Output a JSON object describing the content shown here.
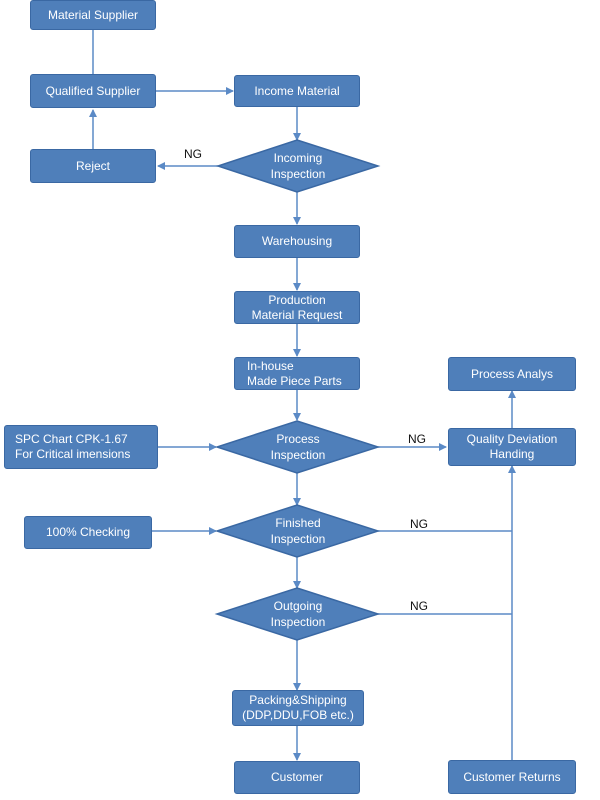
{
  "colors": {
    "fill": "#4f7fba",
    "stroke": "#3a68a3",
    "line": "#5b8ac6",
    "text": "#ffffff",
    "ng_text": "#111111"
  },
  "nodes": {
    "material_supplier": "Material Supplier",
    "qualified_supplier": "Qualified Supplier",
    "income_material": "Income  Material",
    "reject": "Reject",
    "incoming_inspection": {
      "line1": "Incoming",
      "line2": "Inspection"
    },
    "warehousing": "Warehousing",
    "production_request": {
      "line1": "Production",
      "line2": "Material  Request"
    },
    "inhouse_parts": {
      "line1": "In-house",
      "line2": "Made Piece Parts"
    },
    "process_analys": "Process  Analys",
    "spc_chart": {
      "line1": "SPC Chart  CPK-1.67",
      "line2": "For Critical imensions"
    },
    "process_inspection": {
      "line1": "Process",
      "line2": "Inspection"
    },
    "quality_deviation": {
      "line1": "Quality Deviation",
      "line2": "Handing"
    },
    "checking_100": "100% Checking",
    "finished_inspection": {
      "line1": "Finished",
      "line2": "Inspection"
    },
    "outgoing_inspection": {
      "line1": "Outgoing",
      "line2": "Inspection"
    },
    "packing_shipping": {
      "line1": "Packing&Shipping",
      "line2": "(DDP,DDU,FOB  etc.)"
    },
    "customer": "Customer",
    "customer_returns": "Customer  Returns"
  },
  "labels": {
    "ng": "NG"
  }
}
